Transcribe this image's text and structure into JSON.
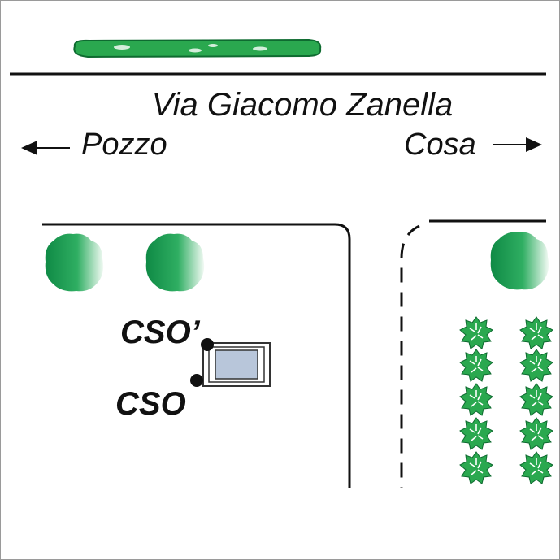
{
  "map": {
    "street_name": "Via Giacomo Zanella",
    "direction_left": {
      "label": "Pozzo",
      "arrow": "arrow-left"
    },
    "direction_right": {
      "label": "Cosa",
      "arrow": "arrow-right"
    },
    "points": [
      {
        "id": "cso-prime",
        "label": "CSO’"
      },
      {
        "id": "cso",
        "label": "CSO"
      }
    ],
    "colors": {
      "tree_green": "#1f9a52",
      "hedge_green": "#2aa84f",
      "manhole_fill": "#b8c6da",
      "line": "#111111",
      "frame": "#9a9a9a"
    },
    "icons": [
      "tree-icon",
      "shrub-icon",
      "hedge-icon",
      "manhole-icon"
    ]
  }
}
